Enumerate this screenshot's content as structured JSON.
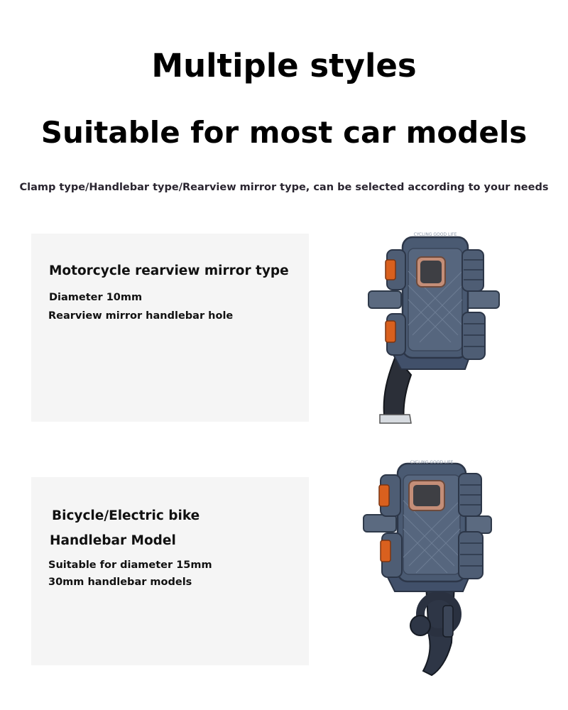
{
  "header": {
    "title": "Multiple styles",
    "subtitle": "Suitable for most car models",
    "caption": "Clamp type/Handlebar type/Rearview mirror type, can be selected according to your needs"
  },
  "models": [
    {
      "heading": "Motorcycle rearview mirror type",
      "details": [
        "Diameter 10mm",
        "Rearview mirror handlebar hole"
      ],
      "product_label": "CYCLING GOOD LIFE"
    },
    {
      "heading_lines": [
        "Bicycle/Electric bike",
        "Handlebar Model"
      ],
      "details": [
        "Suitable for diameter 15mm",
        "30mm handlebar models"
      ],
      "product_label": "CYCLING GOOD LIFE"
    }
  ],
  "colors": {
    "panel_bg": "#f5f5f5",
    "holder_body": "#4a5a72",
    "accent_orange": "#d9601e"
  }
}
